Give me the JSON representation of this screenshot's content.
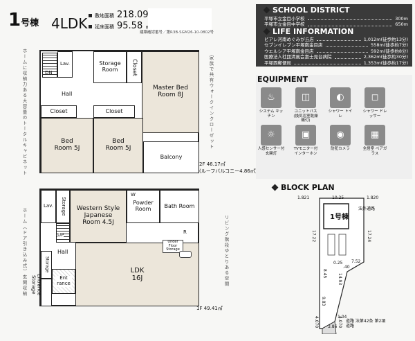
{
  "header": {
    "unit_no": "1",
    "unit_suffix": "号棟",
    "layout": "4LDK",
    "land_label": "敷地面積",
    "land_area": "218.09",
    "building_label": "延床面積",
    "building_area": "95.58",
    "area_unit": "㎡",
    "cert": "建築確認番号／第R3B-SGM26-10-0802号"
  },
  "captions": {
    "left_top": "ホームに収納力ある大容量のトータルキャビネット",
    "left_bottom": "ホーム（ドア引き込み式）玄関収納",
    "right_top": "家族で共有ウォークインクローゼット",
    "right_bottom": "リビング階段ゆとりある空間"
  },
  "floor2": {
    "rooms": {
      "dn": "DN",
      "lav": "Lav.",
      "storage_room": "Storage Room",
      "closet_v": "Closet",
      "master": "Master Bed Room 8J",
      "hall": "Hall",
      "closet1": "Closet",
      "closet2": "Closet",
      "bed1": "Bed Room 5J",
      "bed2": "Bed Room 5J",
      "balcony": "Balcony"
    },
    "area": "2F 46.17㎡",
    "area_note": "(ルーフバルコニー4.86㎡)"
  },
  "floor1": {
    "rooms": {
      "lav": "Lav.",
      "storage": "Storage",
      "western": "Western Style Japanese Room 4.5J",
      "w": "W",
      "powder": "Powder Room",
      "bath": "Bath Room",
      "up": "UP",
      "hall": "Hall",
      "storage2": "Storage",
      "entrance_storage": "Entrance Storage",
      "entrance": "Ent rance",
      "under_floor": "Under Floor Storage",
      "r": "R",
      "ldk": "LDK 16J"
    },
    "area": "1F 49.41㎡"
  },
  "school": {
    "title": "SCHOOL DISTRICT",
    "items": [
      {
        "name": "平塚市立金目小学校",
        "dist": "300m"
      },
      {
        "name": "平塚市立金目中学校",
        "dist": "650m"
      }
    ]
  },
  "life": {
    "title": "LIFE INFORMATION",
    "items": [
      {
        "name": "ビアレ河南めぐみが丘店",
        "dist": "1,012m(徒歩約13分)"
      },
      {
        "name": "セブンイレブン平塚南金目店",
        "dist": "558m(徒歩約7分)"
      },
      {
        "name": "ウエルシア平塚南金目店",
        "dist": "592m(徒歩約8分)"
      },
      {
        "name": "医療法人社団清風会富士見台病院",
        "dist": "2,362m(徒歩約30分)"
      },
      {
        "name": "平塚西郵便局",
        "dist": "1,353m(徒歩約17分)"
      }
    ]
  },
  "equipment": {
    "title": "EQUIPMENT",
    "items": [
      {
        "label": "システム キッチン",
        "icon": "kitchen-icon"
      },
      {
        "label": "ユニットバス (換気浴室乾燥機付)",
        "icon": "bath-icon"
      },
      {
        "label": "シャワー トイレ",
        "icon": "toilet-icon"
      },
      {
        "label": "シャワー ドレッサー",
        "icon": "dresser-icon"
      },
      {
        "label": "人感センサー付 玄関灯",
        "icon": "sensor-light-icon"
      },
      {
        "label": "TVモニター付 インターホン",
        "icon": "intercom-icon"
      },
      {
        "label": "防犯カメラ",
        "icon": "camera-icon"
      },
      {
        "label": "全居室 ペアガラス",
        "icon": "window-icon"
      }
    ]
  },
  "block_plan": {
    "title": "BLOCK PLAN",
    "unit_label": "1号棟",
    "road_upper": "法外通路",
    "road_lower": "道路 法第42条 第2項道路",
    "dims": {
      "top_left": "1.821",
      "top_mid": "10.25",
      "top_right": "1.820",
      "left_side": "17.22",
      "right_side": "17.24",
      "mid1": "7.52",
      "mid2": "0.25",
      "mid3": ".40",
      "mid4": "8.45",
      "mid5": "14.93",
      "low1": "9.83",
      "low2": "1.04",
      "bottom1": "4.070",
      "bottom2": "3.86",
      "bottom3": "4.070"
    }
  }
}
